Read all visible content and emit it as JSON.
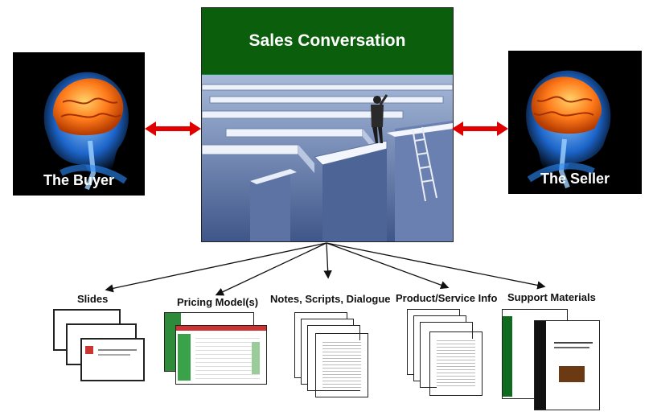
{
  "center": {
    "title": "Sales Conversation"
  },
  "buyer": {
    "label": "The Buyer"
  },
  "seller": {
    "label": "The Seller"
  },
  "categories": {
    "slides": "Slides",
    "pricing": "Pricing Model(s)",
    "notes": "Notes, Scripts, Dialogue",
    "product": "Product/Service Info",
    "support": "Support Materials"
  },
  "colors": {
    "panel_green": "#0b5e0b",
    "arrow_red": "#e00000",
    "brain_orange": "#ff7a1a",
    "skull_blue": "#2b8cff"
  },
  "icons": [
    "buyer-brain-icon",
    "seller-brain-icon",
    "maze-icon",
    "ladder-icon",
    "man-icon"
  ]
}
